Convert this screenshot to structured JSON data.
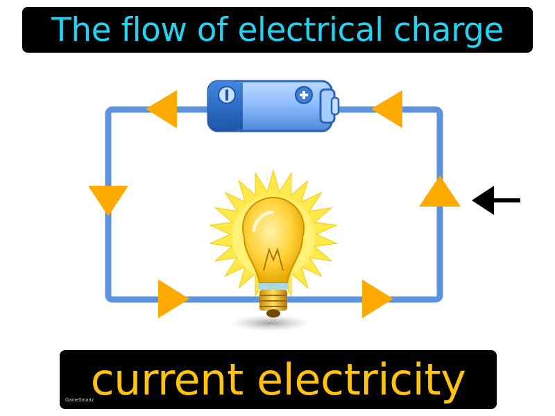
{
  "definition": "The flow of electrical charge",
  "term": "current electricity",
  "brand": "GameSmartz",
  "colors": {
    "definition_text": "#22d3f2",
    "term_text": "#ffc20e",
    "wire": "#5b93dc",
    "arrow": "#ffaa00",
    "battery": "#3c7fd3",
    "bulb_glow": "#ffe84a",
    "pointer": "#000000"
  },
  "icons": [
    "battery-icon",
    "light-bulb-icon",
    "flow-arrow-icon",
    "pointer-arrow-icon"
  ]
}
